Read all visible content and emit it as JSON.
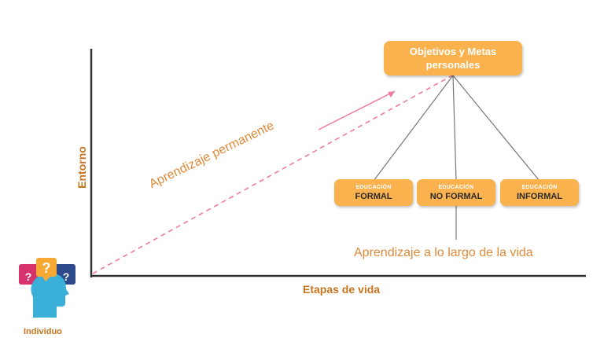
{
  "axes": {
    "y_title": "Entorno",
    "x_title": "Etapas de vida"
  },
  "goal": {
    "label": "Objetivos y Metas personales"
  },
  "education": [
    {
      "small": "EDUCACIÓN",
      "big": "FORMAL"
    },
    {
      "small": "EDUCACIÓN",
      "big": "NO FORMAL"
    },
    {
      "small": "EDUCACIÓN",
      "big": "INFORMAL"
    }
  ],
  "diagonal_label": "Aprendizaje permanente",
  "lifelong_label": "Aprendizaje a lo largo de la vida",
  "individual": {
    "label": "Individuo",
    "icon": "head-question-icon"
  },
  "colors": {
    "box": "#f9b24e",
    "accent_text": "#c8741f",
    "dashed_line": "#f07aa0",
    "axis": "#333333"
  }
}
